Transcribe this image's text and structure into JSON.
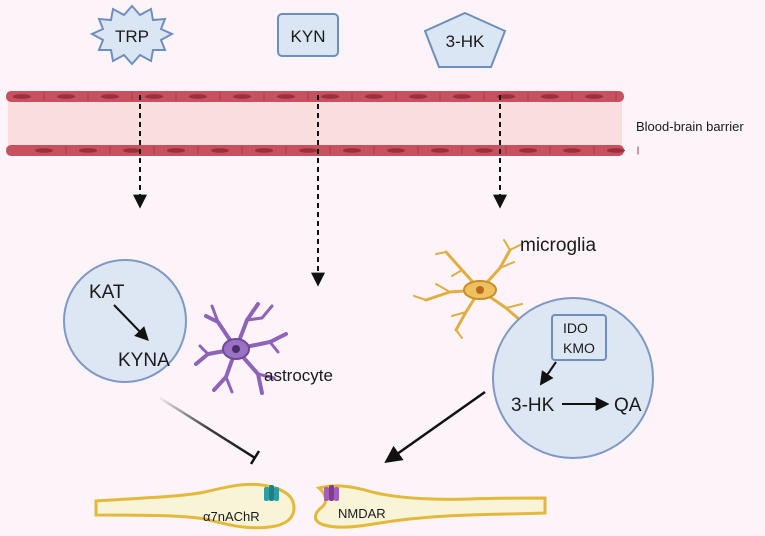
{
  "molecules": {
    "trp": "TRP",
    "kyn": "KYN",
    "hk": "3-HK"
  },
  "barrier_label": "Blood-brain barrier",
  "astro_circle": {
    "kat": "KAT",
    "kyna": "KYNA"
  },
  "astrocyte_label": "astrocyte",
  "microglia_label": "microglia",
  "micro_circle": {
    "ido": "IDO",
    "kmo": "KMO",
    "hk": "3-HK",
    "qa": "QA"
  },
  "receptors": {
    "a7": "α7nAChR",
    "nmdar": "NMDAR"
  },
  "colors": {
    "molecule_fill": "#dbe6f4",
    "molecule_stroke": "#6e8fbd",
    "vessel": "#c7515e",
    "vessel_inner": "#f9dede",
    "circle_fill": "#dde6f3",
    "circle_stroke": "#7f99c4",
    "astrocyte": "#8e63b8",
    "microglia": "#e2ad42",
    "neuron_fill": "#f7f4d8",
    "neuron_stroke": "#e2b93a"
  }
}
